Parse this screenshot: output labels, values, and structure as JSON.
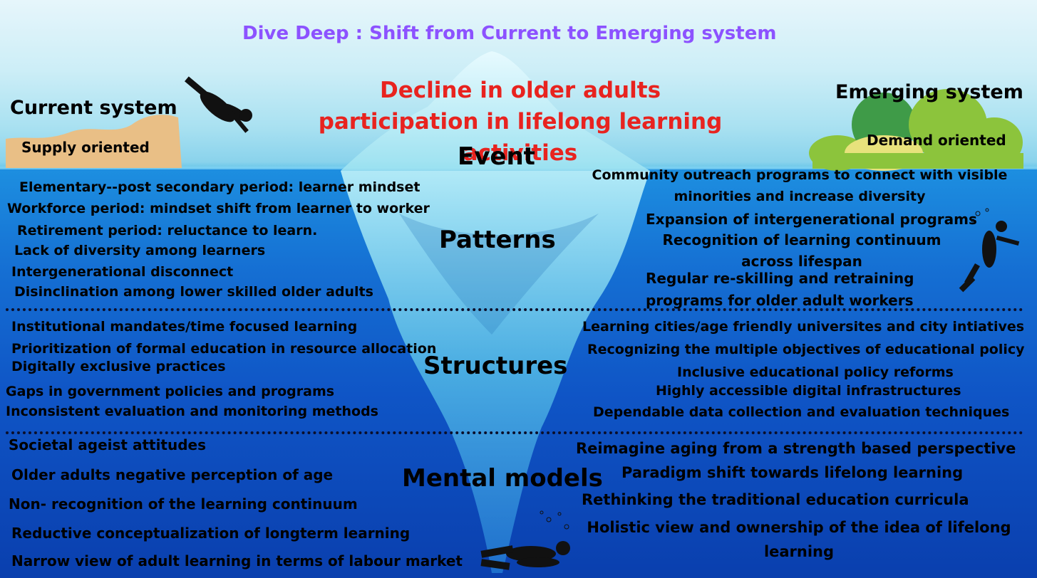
{
  "title": "Dive Deep : Shift from Current to Emerging system",
  "event_text": "Decline in older adults participation in lifelong learning activities",
  "current_system": {
    "heading": "Current system",
    "label": "Supply oriented"
  },
  "emerging_system": {
    "heading": "Emerging system",
    "label": "Demand oriented"
  },
  "levels": {
    "event": "Event",
    "patterns": "Patterns",
    "structures": "Structures",
    "mental_models": "Mental models"
  },
  "left": {
    "patterns": [
      "Elementary--post secondary period: learner mindset",
      "Workforce period: mindset shift from learner to worker",
      "Retirement period: reluctance to learn.",
      "Lack of diversity among learners",
      "Intergenerational disconnect",
      "Disinclination among lower skilled older adults"
    ],
    "structures": [
      "Institutional mandates/time focused learning",
      "Prioritization of formal education in resource allocation",
      "Digitally exclusive practices",
      "Gaps in government policies and programs",
      "Inconsistent evaluation and monitoring methods"
    ],
    "mental_models": [
      "Societal ageist attitudes",
      "Older adults negative perception of age",
      "Non- recognition of the learning continuum",
      "Reductive conceptualization of longterm learning",
      "Narrow view of adult learning in terms of labour market"
    ]
  },
  "right": {
    "patterns": [
      "Community outreach programs to connect with visible minorities and increase diversity",
      "Expansion of intergenerational programs",
      "Recognition of learning continuum across lifespan",
      "Regular re-skilling and retraining programs for older adult workers"
    ],
    "structures": [
      "Learning cities/age friendly universites and city intiatives",
      "Recognizing the multiple objectives of educational policy",
      "Inclusive educational policy reforms",
      "Highly accessible digital infrastructures",
      "Dependable data collection and evaluation techniques"
    ],
    "mental_models": [
      "Reimagine aging from a strength based perspective",
      "Paradigm shift towards lifelong learning",
      "Rethinking  the traditional education curricula",
      "Holistic view and ownership of the idea of lifelong learning"
    ]
  },
  "colors": {
    "title": "#8c52ff",
    "event_text": "#e8231f",
    "water_top": "#1d8fe0",
    "water_bottom": "#0a3fae",
    "sand": "#e9bf86",
    "bush_dark": "#3f9b48",
    "bush_light": "#8cc43c",
    "bush_pale": "#e8e27c"
  }
}
